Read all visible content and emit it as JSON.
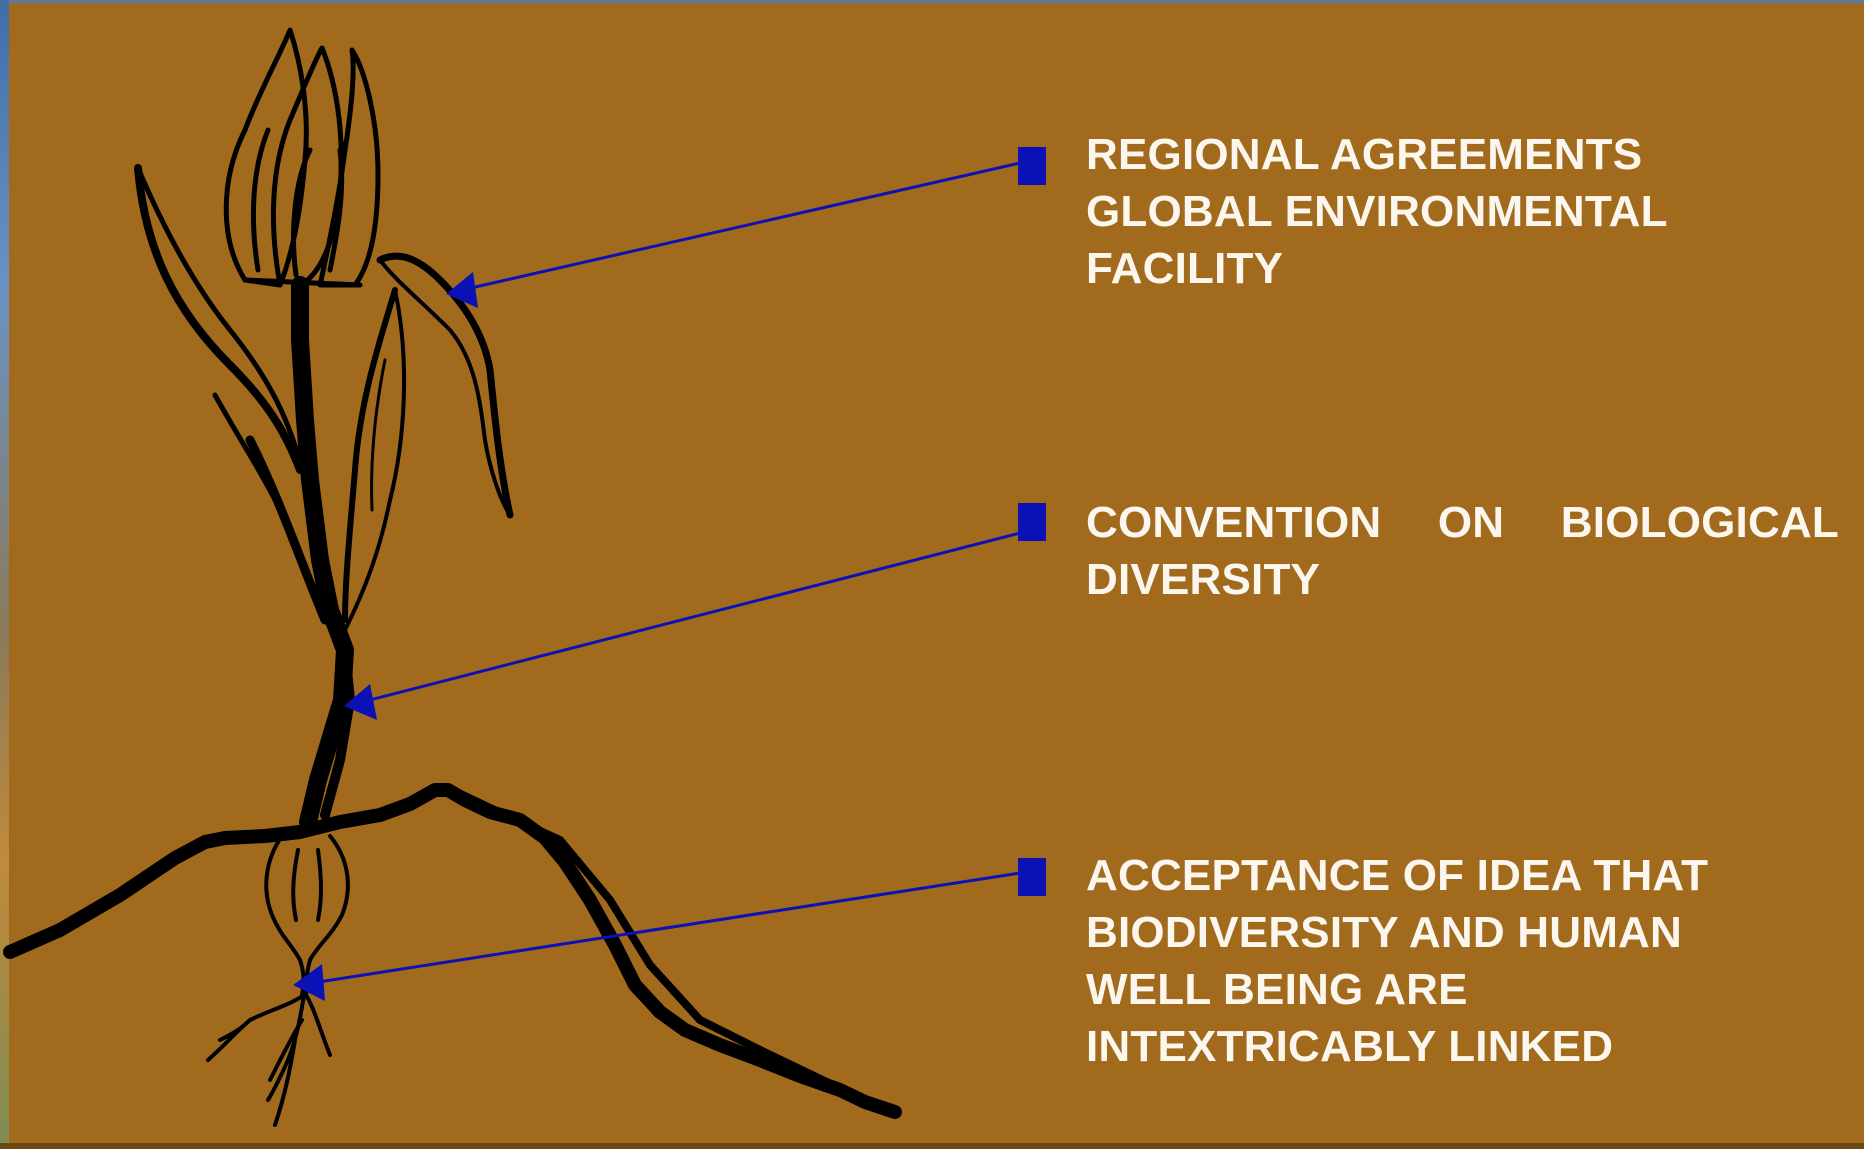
{
  "labels": {
    "top": {
      "line1": "REGIONAL AGREEMENTS",
      "line2": "GLOBAL ENVIRONMENTAL",
      "line3": "FACILITY"
    },
    "middle": {
      "line1_words": [
        "CONVENTION",
        "ON",
        "BIOLOGICAL"
      ],
      "line2": "DIVERSITY"
    },
    "bottom": {
      "line1": "ACCEPTANCE OF IDEA THAT",
      "line2": "BIODIVERSITY AND HUMAN",
      "line3": "WELL BEING ARE",
      "line4": "INTEXTRICABLY LINKED"
    }
  },
  "colors": {
    "background": "#a16a1d",
    "text": "#fbf6ee",
    "arrow": "#0b11b5",
    "plant": "#000000"
  },
  "icons": {
    "plant": "tulip-plant-drawing",
    "bullets": "square-bullet",
    "arrows": "arrow-pointer"
  }
}
